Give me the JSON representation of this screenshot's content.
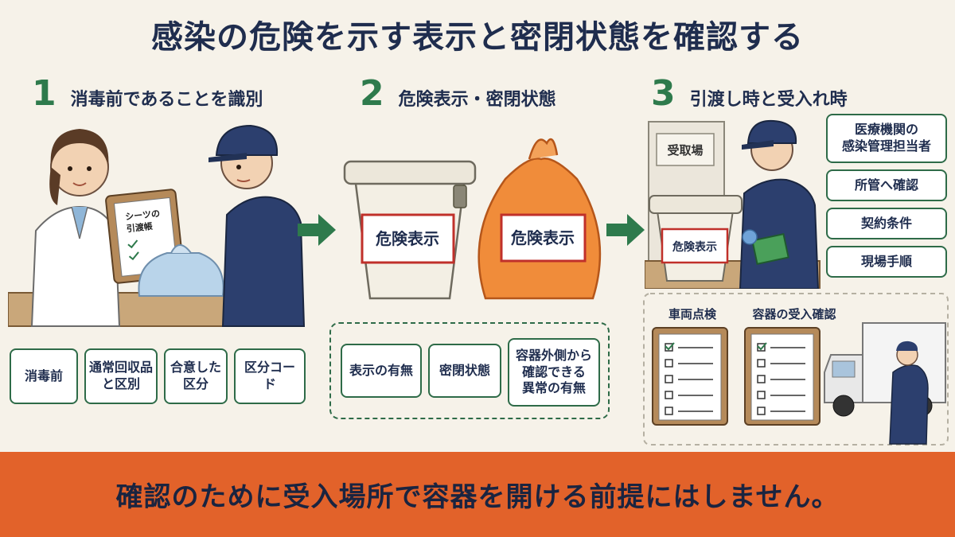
{
  "title": "感染の危険を示す表示と密閉状態を確認する",
  "steps": [
    {
      "num": "1",
      "title": "消毒前であることを識別"
    },
    {
      "num": "2",
      "title": "危険表示・密閉状態"
    },
    {
      "num": "3",
      "title": "引渡し時と受入れ時"
    }
  ],
  "step1": {
    "clipboard_text": "シーツの\n引渡帳",
    "tags": [
      "消毒前",
      "通常回収品\nと区別",
      "合意した\n区分",
      "区分コード"
    ]
  },
  "step2": {
    "container_label": "危険表示",
    "bag_label": "危険表示",
    "tags": [
      "表示の有無",
      "密閉状態",
      "容器外側から\n確認できる\n異常の有無"
    ]
  },
  "step3": {
    "sign": "受取場",
    "container_label": "危険表示",
    "side_tags": [
      "医療機関の\n感染管理担当者",
      "所管へ確認",
      "契約条件",
      "現場手順"
    ],
    "checklists": [
      "車両点検",
      "容器の受入確認"
    ]
  },
  "footer": "確認のために受入場所で容器を開ける前提にはしません。",
  "colors": {
    "accent_green": "#2e7a4c",
    "footer_orange": "#e2622a",
    "navy": "#1f2d4e"
  }
}
